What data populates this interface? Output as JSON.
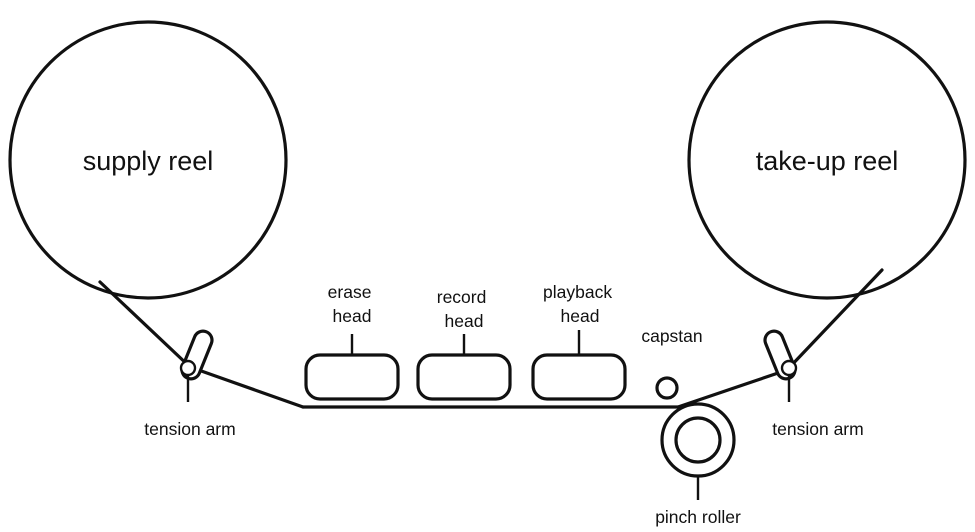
{
  "diagram": {
    "supply_reel": "supply reel",
    "takeup_reel": "take-up reel",
    "erase_head": [
      "erase",
      "head"
    ],
    "record_head": [
      "record",
      "head"
    ],
    "playback_head": [
      "playback",
      "head"
    ],
    "capstan": "capstan",
    "tension_arm_left": "tension arm",
    "tension_arm_right": "tension arm",
    "pinch_roller": "pinch roller"
  }
}
